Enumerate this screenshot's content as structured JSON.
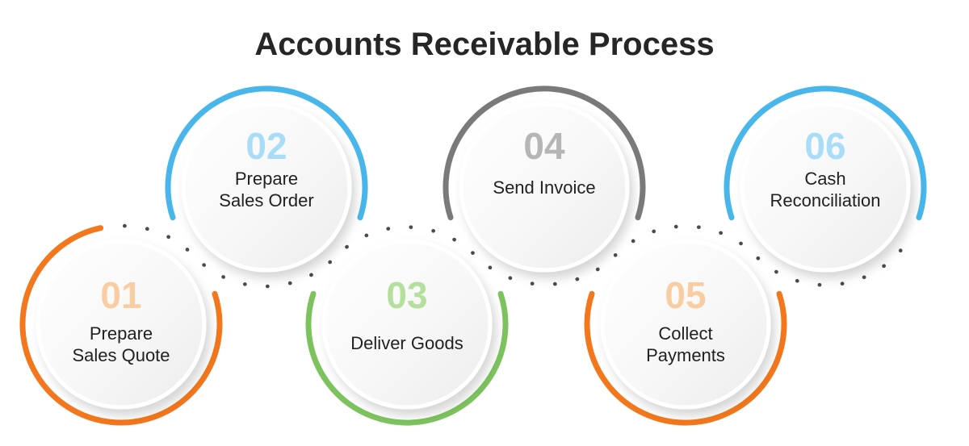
{
  "title": "Accounts Receivable Process",
  "palette": {
    "orange": "#F3771C",
    "blue": "#48B6EA",
    "green": "#7CC35E",
    "gray": "#7A7A7A",
    "dot_color": "#4B4B4B",
    "label_color": "#212121",
    "title_color": "#262626"
  },
  "steps": [
    {
      "num": "01",
      "line1": "Prepare",
      "line2": "Sales Quote",
      "arc_color": "#F3771C",
      "num_color": "#F9CDA2"
    },
    {
      "num": "02",
      "line1": "Prepare",
      "line2": "Sales Order",
      "arc_color": "#48B6EA",
      "num_color": "#A9DDF7"
    },
    {
      "num": "03",
      "line1": "Deliver Goods",
      "line2": "",
      "arc_color": "#7CC35E",
      "num_color": "#B5DF9D"
    },
    {
      "num": "04",
      "line1": "Send Invoice",
      "line2": "",
      "arc_color": "#7A7A7A",
      "num_color": "#B5B5B5"
    },
    {
      "num": "05",
      "line1": "Collect",
      "line2": "Payments",
      "arc_color": "#F3771C",
      "num_color": "#F9CDA2"
    },
    {
      "num": "06",
      "line1": "Cash",
      "line2": "Reconciliation",
      "arc_color": "#48B6EA",
      "num_color": "#A9DDF7"
    }
  ]
}
